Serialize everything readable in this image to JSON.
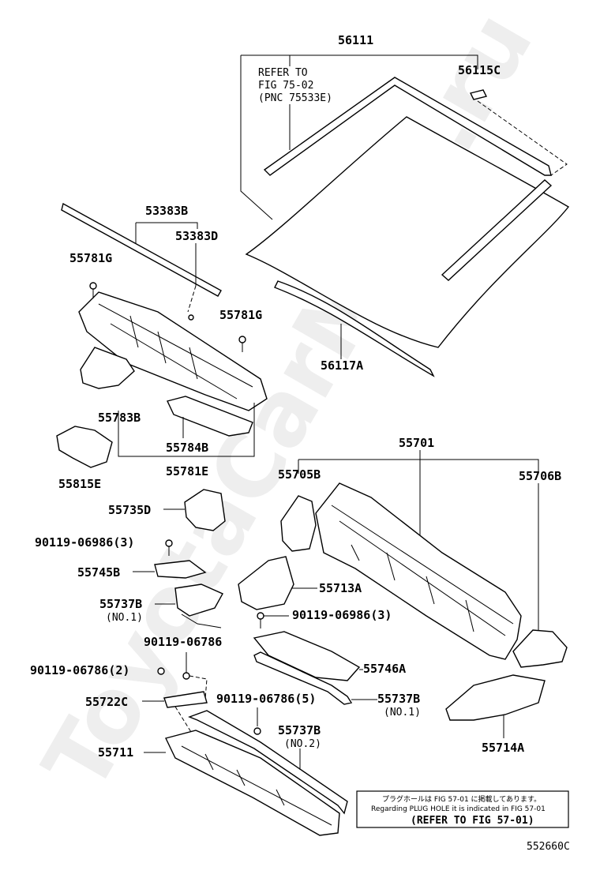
{
  "watermark": "ToyotaCarMine.ru",
  "diagram_code": "552660C",
  "parts": {
    "p56111": "56111",
    "p56115C": "56115C",
    "p56117A": "56117A",
    "p53383B": "53383B",
    "p53383D": "53383D",
    "p55781G_left": "55781G",
    "p55781G_right": "55781G",
    "p55783B": "55783B",
    "p55784B": "55784B",
    "p55781E": "55781E",
    "p55815E": "55815E",
    "p55735D": "55735D",
    "p90119_06986_left": "90119-06986(3)",
    "p55745B": "55745B",
    "p55737B_no1_left": "55737B",
    "p55737B_no1_left_sub": "(NO.1)",
    "p90119_06786_top": "90119-06786",
    "p90119_06786_2": "90119-06786(2)",
    "p55722C": "55722C",
    "p55711": "55711",
    "p90119_06786_5": "90119-06786(5)",
    "p55737B_no2": "55737B",
    "p55737B_no2_sub": "(NO.2)",
    "p55737B_no1_right": "55737B",
    "p55737B_no1_right_sub": "(NO.1)",
    "p55746A": "55746A",
    "p55713A": "55713A",
    "p90119_06986_right": "90119-06986(3)",
    "p55701": "55701",
    "p55705B": "55705B",
    "p55706B": "55706B",
    "p55714A": "55714A"
  },
  "fig_note": {
    "line1": "REFER TO",
    "line2": "FIG 75-02",
    "line3": "(PNC 75533E)"
  },
  "plug_note": {
    "japanese": "プラグホールは FIG 57-01 に掲載してあります。",
    "english": "Regarding PLUG HOLE it is indicated in FIG 57-01",
    "refer": "(REFER TO FIG 57-01)"
  }
}
